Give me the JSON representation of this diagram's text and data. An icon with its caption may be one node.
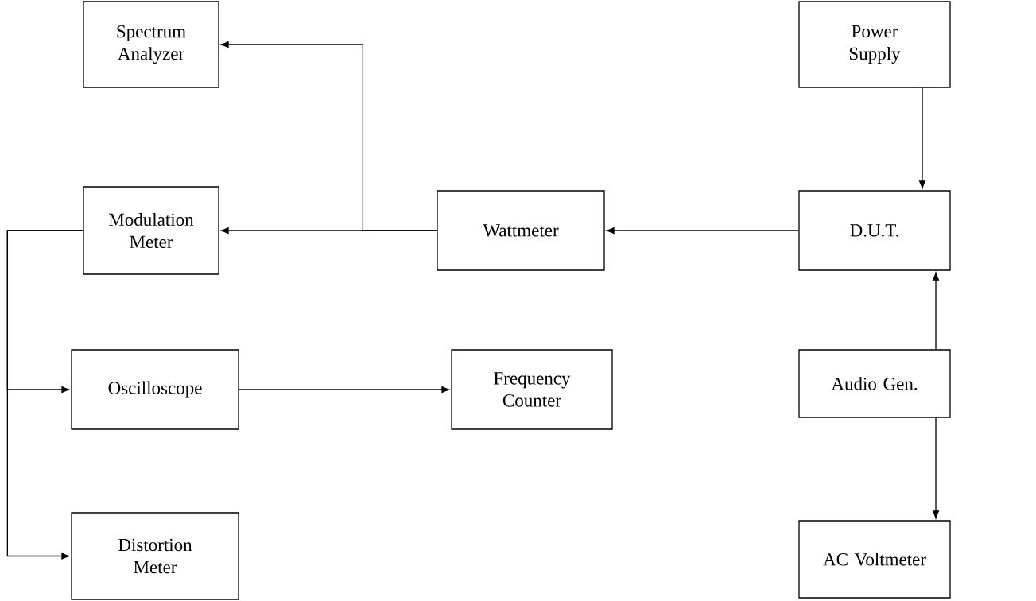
{
  "diagram": {
    "nodes": [
      {
        "text": [
          "Spectrum Analyzer"
        ]
      },
      {
        "text": [
          "Power Supply"
        ]
      },
      {
        "text": [
          "Modulation Meter"
        ]
      },
      {
        "text": [
          "Wattmeter"
        ]
      },
      {
        "text": [
          "D.U.T."
        ]
      },
      {
        "text": [
          "Oscilloscope"
        ]
      },
      {
        "text": [
          "Frequency Counter"
        ]
      },
      {
        "text": [
          "Audio Gen."
        ]
      },
      {
        "text": [
          "Distortion Meter"
        ]
      },
      {
        "text": [
          "AC Voltmeter"
        ]
      }
    ],
    "edges": [
      {
        "from": 1,
        "to": 4,
        "arrow": "to"
      },
      {
        "from": 4,
        "to": 3,
        "arrow": "to"
      },
      {
        "from": 3,
        "to": 2,
        "arrow": "to"
      },
      {
        "from": 3,
        "to": 0,
        "arrow": "to"
      },
      {
        "from": 2,
        "to": 5,
        "arrow": "to"
      },
      {
        "from": 2,
        "to": 8,
        "arrow": "to"
      },
      {
        "from": 5,
        "to": 6,
        "arrow": "to"
      },
      {
        "from": 7,
        "to": 4,
        "arrow": "to"
      },
      {
        "from": 7,
        "to": 9,
        "arrow": "to"
      }
    ]
  }
}
